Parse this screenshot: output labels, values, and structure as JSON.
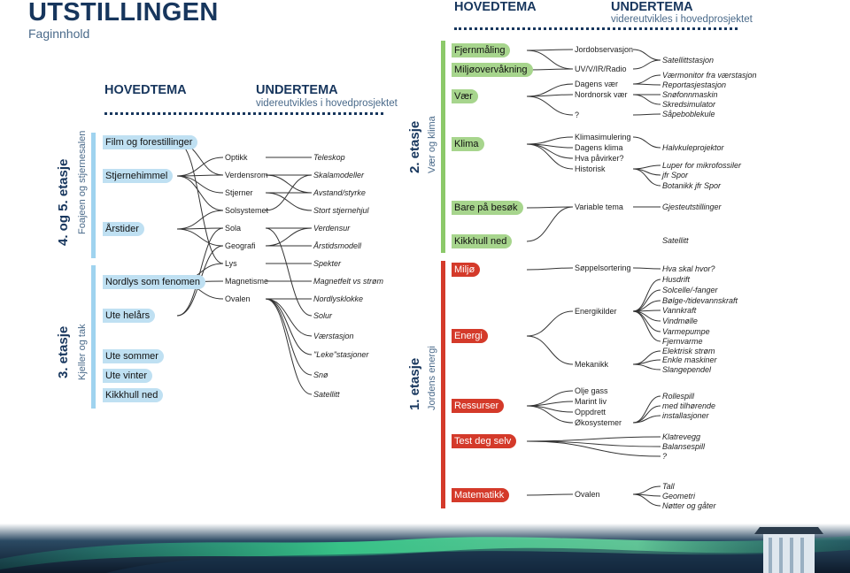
{
  "page": {
    "title": "UTSTILLINGEN",
    "subtitle": "Faginnhold"
  },
  "left_header": {
    "main": "HOVEDTEMA",
    "under": "UNDERTEMA",
    "under_sub": "videreutvikles i hovedprosjektet"
  },
  "right_header": {
    "main": "HOVEDTEMA",
    "under": "UNDERTEMA",
    "under_sub": "videreutvikles i hovedprosjektet"
  },
  "floors": {
    "f45": {
      "main": "4. og 5. etasje",
      "sub": "Foajeen og stjernesalen",
      "color": "#9fd3ef"
    },
    "f3": {
      "main": "3. etasje",
      "sub": "Kjeller og tak",
      "color": "#9fd3ef"
    },
    "f2": {
      "main": "2. etasje",
      "sub": "Vær og klima",
      "color": "#8cc96a"
    },
    "f1": {
      "main": "1. etasje",
      "sub": "Jordens energi",
      "color": "#d43a2a"
    }
  },
  "left": {
    "main_topics": [
      "Film og forestillinger",
      "Stjernehimmel",
      "Årstider",
      "Nordlys som fenomen",
      "Ute helårs",
      "Ute sommer",
      "Ute vinter",
      "Kikkhull ned"
    ],
    "mid_topics": [
      "Optikk",
      "Verdensrom",
      "Stjerner",
      "Solsystemet",
      "Sola",
      "Geografi",
      "Lys",
      "Magnetisme",
      "Ovalen"
    ],
    "sub_topics": [
      "Teleskop",
      "Skalamodeller",
      "Avstand/styrke",
      "Stort stjernehjul",
      "Verdensur",
      "Årstidsmodell",
      "Spekter",
      "Magnetfelt vs strøm",
      "Nordlysklokke",
      "Solur",
      "Værstasjon",
      "\"Leke\"stasjoner",
      "Snø",
      "Satellitt"
    ]
  },
  "right": {
    "green_topics": [
      "Fjernmåling",
      "Miljøovervåkning",
      "Vær",
      "Klima",
      "Bare på besøk",
      "Kikkhull ned"
    ],
    "red_topics": [
      "Miljø",
      "Energi",
      "Ressurser",
      "Test deg selv",
      "Matematikk"
    ],
    "mid_topics": [
      "Jordobservasjon",
      "UV/V/IR/Radio",
      "Dagens vær",
      "Nordnorsk vær",
      "?",
      "Klimasimulering",
      "Dagens klima",
      "Hva påvirker?",
      "Historisk",
      "Variable tema",
      "Søppelsortering",
      "Energikilder",
      "Mekanikk",
      "Olje gass",
      "Marint liv",
      "Oppdrett",
      "Økosystemer",
      "Ovalen"
    ],
    "sub_topics": [
      "Satellittstasjon",
      "Værmonitor fra værstasjon",
      "Reportasjestasjon",
      "Snøfonnmaskin",
      "Skredsimulator",
      "Såpeboblekule",
      "Halvkuleprojektor",
      "Luper for mikrofossiler",
      "jfr Spor",
      "Botanikk jfr Spor",
      "Gjesteutstillinger",
      "Satellitt",
      "Hva skal hvor?",
      "Husdrift",
      "Solcelle/-fanger",
      "Bølge-/tidevannskraft",
      "Vannkraft",
      "Vindmølle",
      "Varmepumpe",
      "Fjernvarme",
      "Elektrisk strøm",
      "Enkle maskiner",
      "Slangependel",
      "Rollespill",
      "med tilhørende",
      "installasjoner",
      "Klatrevegg",
      "Balansespill",
      "?",
      "Tall",
      "Geometri",
      "Nøtter og gåter"
    ]
  }
}
